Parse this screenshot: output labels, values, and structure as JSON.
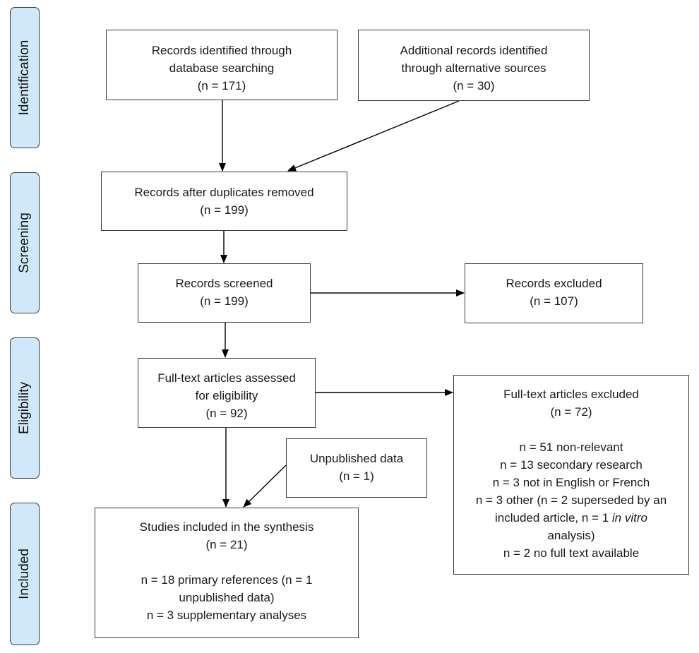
{
  "phases": {
    "identification": "Identification",
    "screening": "Screening",
    "eligibility": "Eligibility",
    "included": "Included"
  },
  "boxes": {
    "db_search": {
      "line1": "Records identified through",
      "line2": "database searching",
      "count": "(n = 171)"
    },
    "alt_sources": {
      "line1": "Additional records identified",
      "line2": "through alternative sources",
      "count": "(n = 30)"
    },
    "dedup": {
      "line1": "Records after duplicates removed",
      "count": "(n = 199)"
    },
    "screened": {
      "line1": "Records screened",
      "count": "(n = 199)"
    },
    "excluded": {
      "line1": "Records excluded",
      "count": "(n = 107)"
    },
    "fulltext": {
      "line1": "Full-text articles assessed",
      "line2": "for eligibility",
      "count": "(n = 92)"
    },
    "fulltext_excluded": {
      "line1": "Full-text articles excluded",
      "count": "(n = 72)",
      "reasons": [
        "n = 51 non-relevant",
        "n = 13 secondary research",
        "n = 3 not in English or French",
        "n = 3 other (n = 2 superseded by an",
        "included article, n = 1",
        "in vitro",
        "analysis)",
        "n = 2 no full text available"
      ]
    },
    "unpublished": {
      "line1": "Unpublished data",
      "count": "(n = 1)"
    },
    "included": {
      "line1": "Studies included in the synthesis",
      "count": "(n = 21)",
      "detail1": "n = 18 primary references (n = 1",
      "detail2": "unpublished data)",
      "detail3": "n = 3 supplementary analyses"
    }
  }
}
